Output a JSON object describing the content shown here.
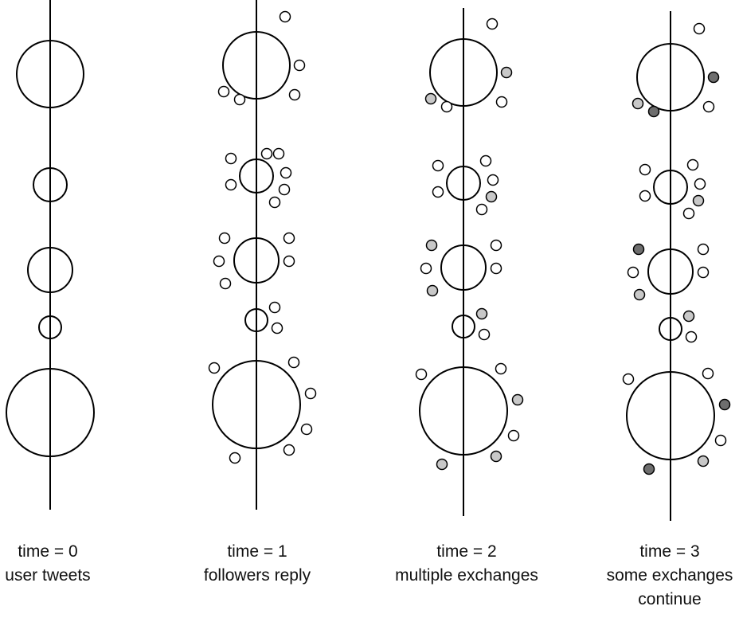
{
  "colors": {
    "stroke": "#000000",
    "reply_empty": "#ffffff",
    "reply_light": "#c8c8c8",
    "reply_dark": "#6e6e6e"
  },
  "stages": [
    {
      "time_label": "time = 0",
      "caption": [
        "user tweets"
      ],
      "tweets": [
        {
          "replies": []
        },
        {
          "replies": []
        },
        {
          "replies": []
        },
        {
          "replies": []
        },
        {
          "replies": []
        }
      ]
    },
    {
      "time_label": "time = 1",
      "caption": [
        "followers reply"
      ],
      "tweets": [
        {
          "replies": [
            "empty",
            "empty",
            "empty",
            "empty",
            "empty"
          ]
        },
        {
          "replies": [
            "empty",
            "empty",
            "empty",
            "empty",
            "empty",
            "empty",
            "empty"
          ]
        },
        {
          "replies": [
            "empty",
            "empty",
            "empty",
            "empty",
            "empty"
          ]
        },
        {
          "replies": [
            "empty",
            "empty"
          ]
        },
        {
          "replies": [
            "empty",
            "empty",
            "empty",
            "empty",
            "empty",
            "empty"
          ]
        }
      ]
    },
    {
      "time_label": "time = 2",
      "caption": [
        "multiple exchanges"
      ],
      "tweets": [
        {
          "replies": [
            "light",
            "empty",
            "empty",
            "light",
            "empty"
          ]
        },
        {
          "replies": [
            "empty",
            "empty",
            "empty",
            "empty",
            "light",
            "empty"
          ]
        },
        {
          "replies": [
            "light",
            "empty",
            "light",
            "empty",
            "empty"
          ]
        },
        {
          "replies": [
            "light",
            "empty"
          ]
        },
        {
          "replies": [
            "empty",
            "light",
            "empty",
            "light",
            "empty",
            "light"
          ]
        }
      ]
    },
    {
      "time_label": "time = 3",
      "caption": [
        "some exchanges",
        "continue"
      ],
      "tweets": [
        {
          "replies": [
            "light",
            "dark",
            "empty",
            "dark",
            "empty"
          ]
        },
        {
          "replies": [
            "empty",
            "empty",
            "empty",
            "empty",
            "light",
            "empty"
          ]
        },
        {
          "replies": [
            "dark",
            "empty",
            "light",
            "empty",
            "empty"
          ]
        },
        {
          "replies": [
            "light",
            "empty"
          ]
        },
        {
          "replies": [
            "empty",
            "dark",
            "empty",
            "dark",
            "empty",
            "light"
          ]
        }
      ]
    }
  ]
}
